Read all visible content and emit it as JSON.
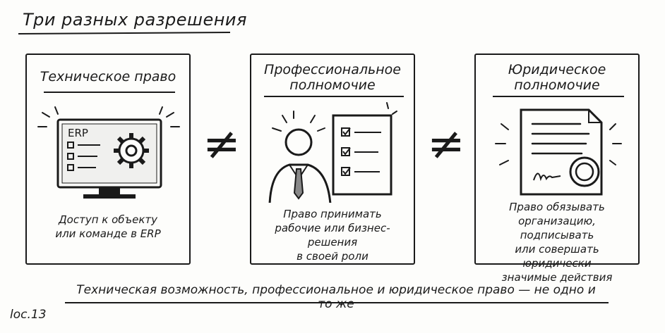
{
  "title": "Три разных разрешения",
  "cards": [
    {
      "title_lines": [
        "Техническое право"
      ],
      "text_lines": [
        "Доступ к объекту",
        "или команде в ERP"
      ],
      "illustration": "computer-monitor-with-gear-icon",
      "screen_label": "ERP"
    },
    {
      "title_lines": [
        "Профессиональное",
        "полномочие"
      ],
      "text_lines": [
        "Право принимать",
        "рабочие или бизнес-решения",
        "в своей роли"
      ],
      "illustration": "person-with-checklist-icon"
    },
    {
      "title_lines": [
        "Юридическое",
        "полномочие"
      ],
      "text_lines": [
        "Право обязывать",
        "организацию, подписывать",
        "или совершать юридически",
        "значимые действия"
      ],
      "illustration": "signed-document-with-seal-icon"
    }
  ],
  "separators": [
    "≠",
    "≠"
  ],
  "footer": "Техническая возможность, профессиональное и юридическое право — не одно и то же",
  "loc": "loc.13"
}
